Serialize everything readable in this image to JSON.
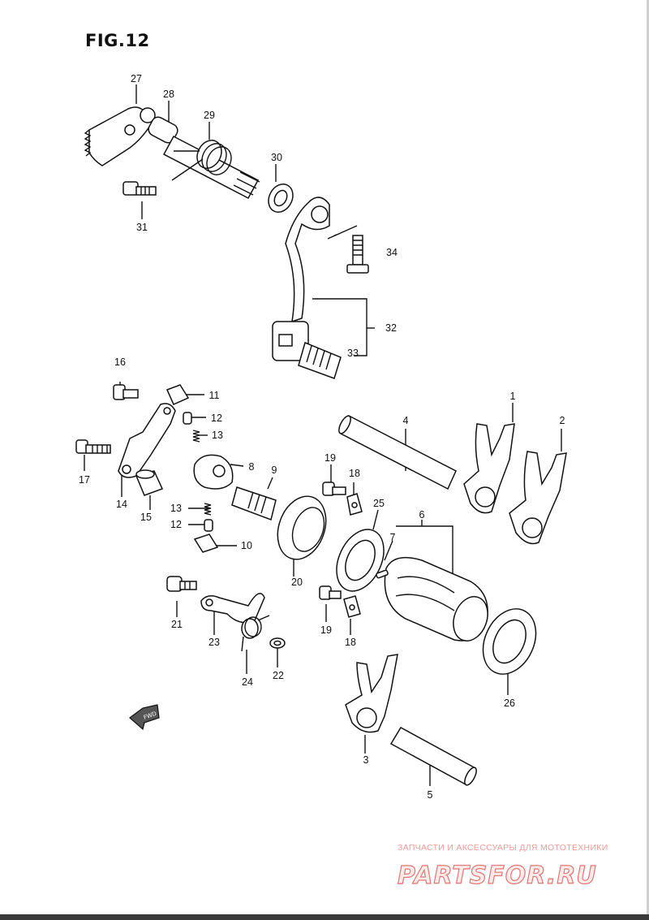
{
  "figure": {
    "title": "FIG.12"
  },
  "callouts": [
    {
      "id": "c27",
      "label": "27"
    },
    {
      "id": "c28",
      "label": "28"
    },
    {
      "id": "c29",
      "label": "29"
    },
    {
      "id": "c30",
      "label": "30"
    },
    {
      "id": "c31",
      "label": "31"
    },
    {
      "id": "c34",
      "label": "34"
    },
    {
      "id": "c32",
      "label": "32"
    },
    {
      "id": "c33",
      "label": "33"
    },
    {
      "id": "c16",
      "label": "16"
    },
    {
      "id": "c11",
      "label": "11"
    },
    {
      "id": "c12a",
      "label": "12"
    },
    {
      "id": "c13a",
      "label": "13"
    },
    {
      "id": "c17",
      "label": "17"
    },
    {
      "id": "c8",
      "label": "8"
    },
    {
      "id": "c9",
      "label": "9"
    },
    {
      "id": "c14",
      "label": "14"
    },
    {
      "id": "c15",
      "label": "15"
    },
    {
      "id": "c13b",
      "label": "13"
    },
    {
      "id": "c12b",
      "label": "12"
    },
    {
      "id": "c10",
      "label": "10"
    },
    {
      "id": "c19a",
      "label": "19"
    },
    {
      "id": "c18a",
      "label": "18"
    },
    {
      "id": "c20",
      "label": "20"
    },
    {
      "id": "c25",
      "label": "25"
    },
    {
      "id": "c4",
      "label": "4"
    },
    {
      "id": "c1",
      "label": "1"
    },
    {
      "id": "c2",
      "label": "2"
    },
    {
      "id": "c6",
      "label": "6"
    },
    {
      "id": "c7",
      "label": "7"
    },
    {
      "id": "c21",
      "label": "21"
    },
    {
      "id": "c23",
      "label": "23"
    },
    {
      "id": "c24",
      "label": "24"
    },
    {
      "id": "c22",
      "label": "22"
    },
    {
      "id": "c19b",
      "label": "19"
    },
    {
      "id": "c18b",
      "label": "18"
    },
    {
      "id": "c26",
      "label": "26"
    },
    {
      "id": "c3",
      "label": "3"
    },
    {
      "id": "c5",
      "label": "5"
    }
  ],
  "direction_badge": {
    "text": "FWD"
  },
  "watermark": {
    "tagline": "ЗАПЧАСТИ И АКСЕССУАРЫ ДЛЯ МОТОТЕХНИКИ",
    "logo_text": "PARTSFOR.RU",
    "color": "#e53935"
  }
}
